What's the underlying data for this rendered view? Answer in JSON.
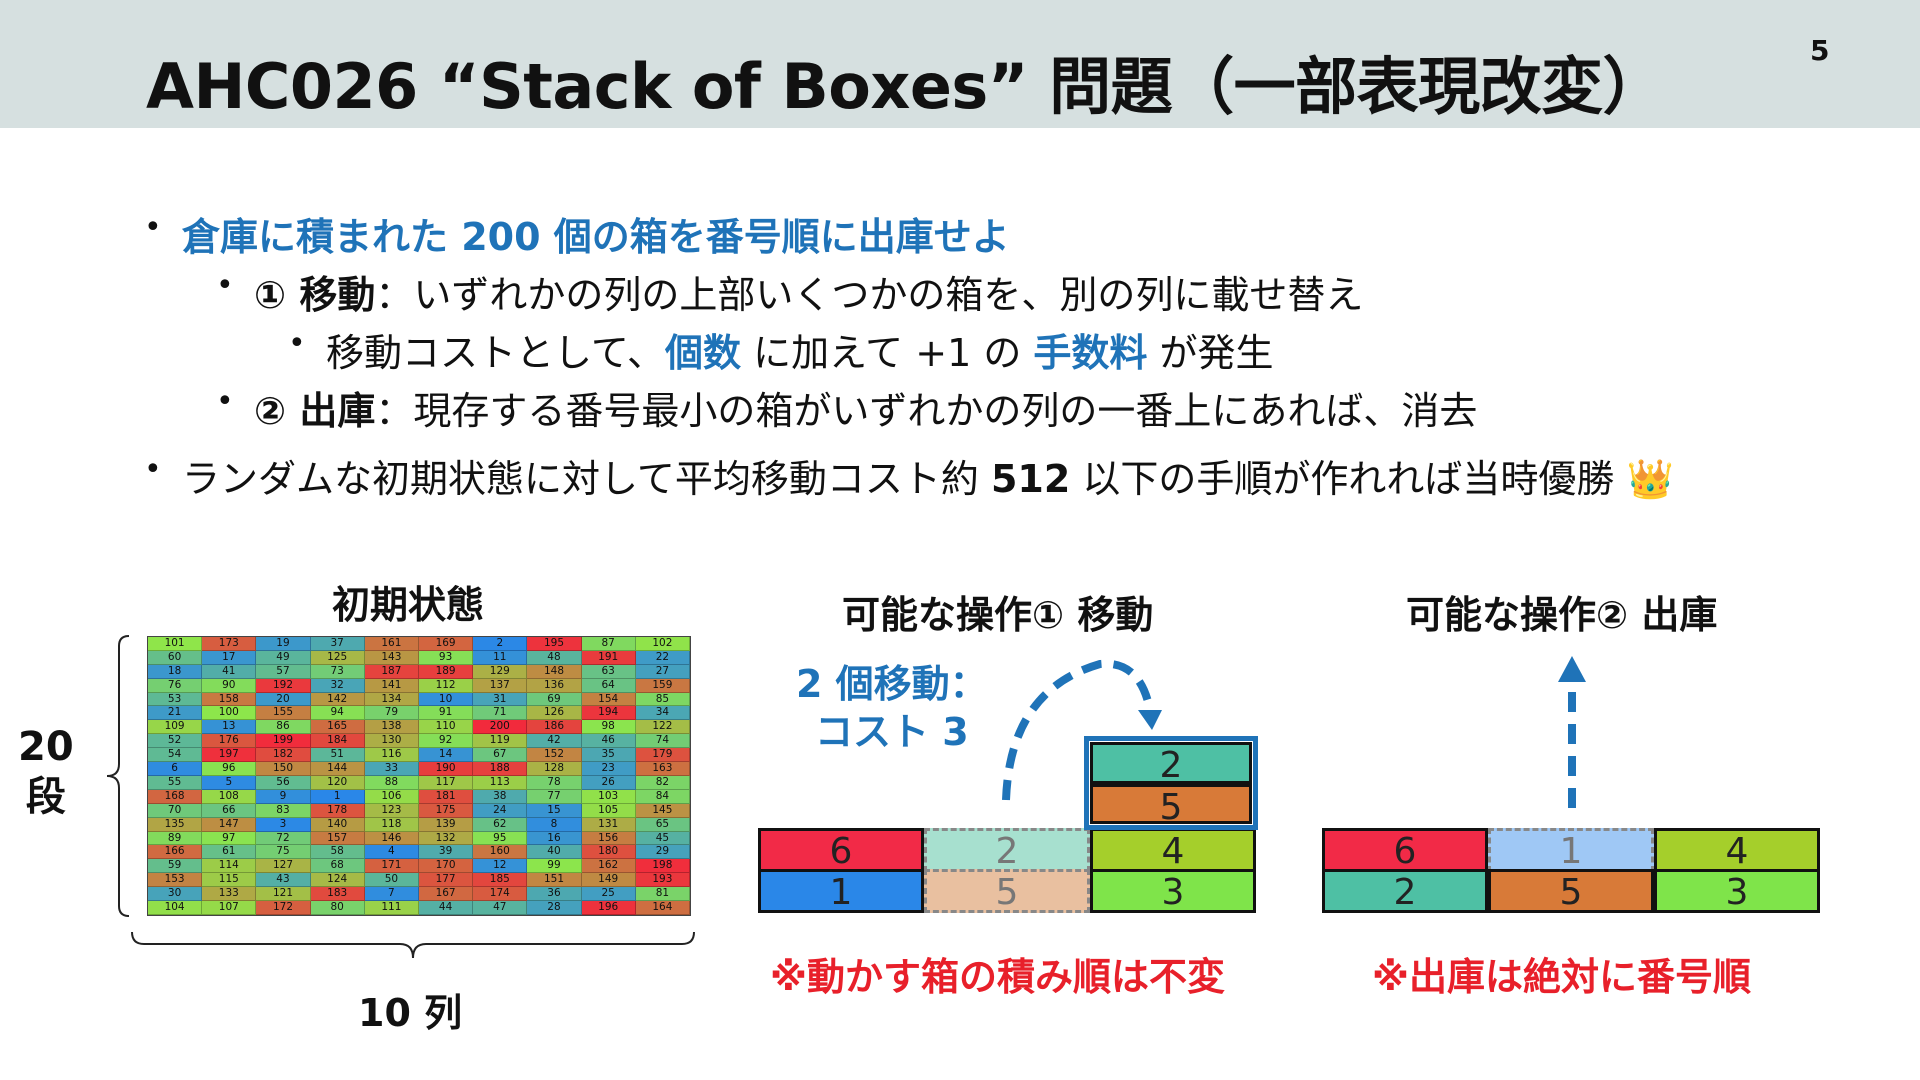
{
  "header": {
    "title": "AHC026 “Stack of Boxes” 問題（一部表現改変）",
    "slide_number": "5"
  },
  "bullets": {
    "b1": "倉庫に積まれた 200 個の箱を番号順に出庫せよ",
    "b2_num": "① 移動",
    "b2_text": "：いずれかの列の上部いくつかの箱を、別の列に載せ替え",
    "b3_a": "移動コストとして、",
    "b3_b": "個数",
    "b3_c": " に加えて +1 の ",
    "b3_d": "手数料",
    "b3_e": " が発生",
    "b4_num": "② 出庫",
    "b4_text": "：現存する番号最小の箱がいずれかの列の一番上にあれば、消去",
    "b5_a": "ランダムな初期状態に対して平均移動コスト約 ",
    "b5_b": "512",
    "b5_c": " 以下の手順が作れれば当時優勝 ",
    "b5_emoji": "👑"
  },
  "initial": {
    "caption": "初期状態",
    "rows_label_num": "20",
    "rows_label_unit": "段",
    "cols_label": "10 列",
    "grid": [
      [
        101,
        173,
        19,
        37,
        161,
        169,
        2,
        195,
        87,
        102
      ],
      [
        60,
        17,
        49,
        125,
        143,
        93,
        11,
        48,
        191,
        22
      ],
      [
        18,
        41,
        57,
        73,
        187,
        189,
        129,
        148,
        63,
        27
      ],
      [
        76,
        90,
        192,
        32,
        141,
        112,
        137,
        136,
        64,
        159
      ],
      [
        53,
        158,
        20,
        142,
        134,
        10,
        31,
        69,
        154,
        85
      ],
      [
        21,
        100,
        155,
        94,
        79,
        91,
        71,
        126,
        194,
        34
      ],
      [
        109,
        13,
        86,
        165,
        138,
        110,
        200,
        186,
        98,
        122
      ],
      [
        52,
        176,
        199,
        184,
        130,
        92,
        119,
        42,
        46,
        74
      ],
      [
        54,
        197,
        182,
        51,
        116,
        14,
        67,
        152,
        35,
        179
      ],
      [
        6,
        96,
        150,
        144,
        33,
        190,
        188,
        128,
        23,
        163
      ],
      [
        55,
        5,
        56,
        120,
        88,
        117,
        113,
        78,
        26,
        82
      ],
      [
        168,
        108,
        9,
        1,
        106,
        181,
        38,
        77,
        103,
        84
      ],
      [
        70,
        66,
        83,
        178,
        123,
        175,
        24,
        15,
        105,
        145
      ],
      [
        135,
        147,
        3,
        140,
        118,
        139,
        62,
        8,
        131,
        65
      ],
      [
        89,
        97,
        72,
        157,
        146,
        132,
        95,
        16,
        156,
        45
      ],
      [
        166,
        61,
        75,
        58,
        4,
        39,
        160,
        40,
        180,
        29
      ],
      [
        59,
        114,
        127,
        68,
        171,
        170,
        12,
        99,
        162,
        198
      ],
      [
        153,
        115,
        43,
        124,
        50,
        177,
        185,
        151,
        149,
        193
      ],
      [
        30,
        133,
        121,
        183,
        7,
        167,
        174,
        36,
        25,
        81
      ],
      [
        104,
        107,
        172,
        80,
        111,
        44,
        47,
        28,
        196,
        164
      ]
    ],
    "colors": {
      "low": "#2a87e8",
      "mid": "#8ee64a",
      "high": "#f22a3c"
    }
  },
  "op1": {
    "caption": "可能な操作① 移動",
    "label_line1": "2 個移動：",
    "label_line2": "コスト 3",
    "col1": [
      "6",
      "1"
    ],
    "col2": [
      "2",
      "5"
    ],
    "col3": [
      "4",
      "3"
    ],
    "moved": [
      "2",
      "5"
    ],
    "note": "※動かす箱の積み順は不変"
  },
  "op2": {
    "caption": "可能な操作② 出庫",
    "col1": [
      "6",
      "2"
    ],
    "col2": [
      "1",
      "5"
    ],
    "col3": [
      "4",
      "3"
    ],
    "note": "※出庫は絶対に番号順"
  }
}
